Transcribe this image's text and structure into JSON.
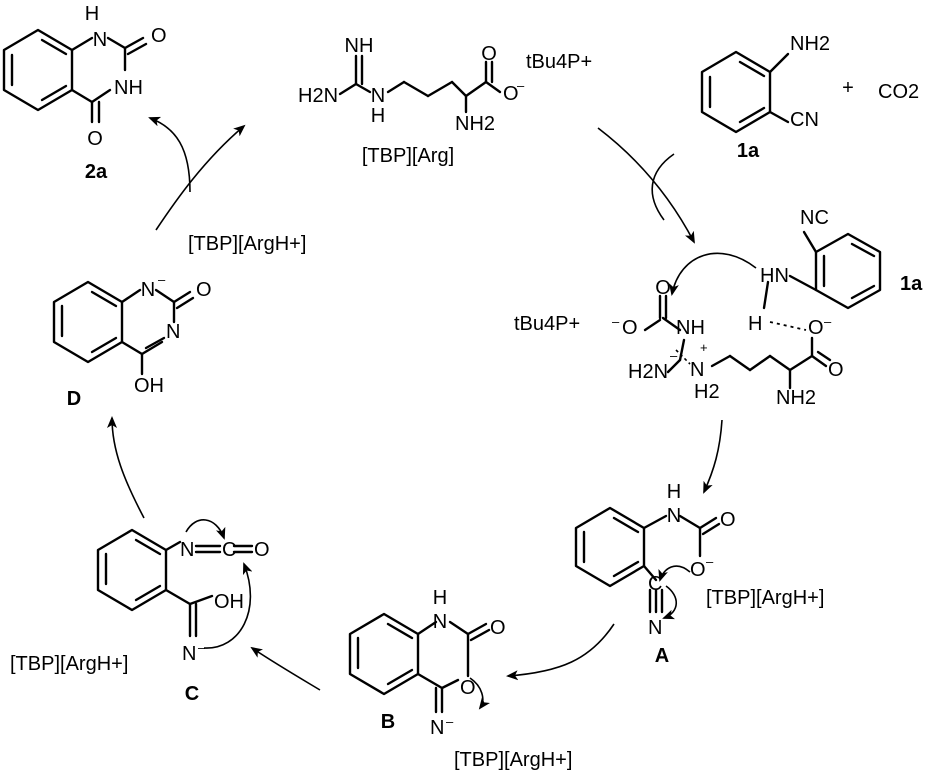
{
  "labels": {
    "compound_2a": "2a",
    "compound_1a": "1a",
    "compound_1a_bound": "1a",
    "intermediate_A": "A",
    "intermediate_B": "B",
    "intermediate_C": "C",
    "intermediate_D": "D",
    "tbp_arg": "[TBP][Arg]",
    "tbp_argh_a": "[TBP][ArgH+]",
    "tbp_argh_b": "[TBP][ArgH+]",
    "tbp_argh_c": "[TBP][ArgH+]",
    "tbp_argh_d": "[TBP][ArgH+]",
    "plus_sign": "+",
    "co2": "CO2",
    "tbu4p": "tBu4P+"
  },
  "atoms": {
    "H": "H",
    "NH": "NH",
    "HN": "HN",
    "N": "N",
    "O": "O",
    "OH": "OH",
    "NH2": "NH2",
    "H2N": "H2N",
    "CN": "CN",
    "NC": "NC",
    "H2": "H2"
  },
  "colors": {
    "ink": "#000000",
    "background": "#ffffff"
  }
}
